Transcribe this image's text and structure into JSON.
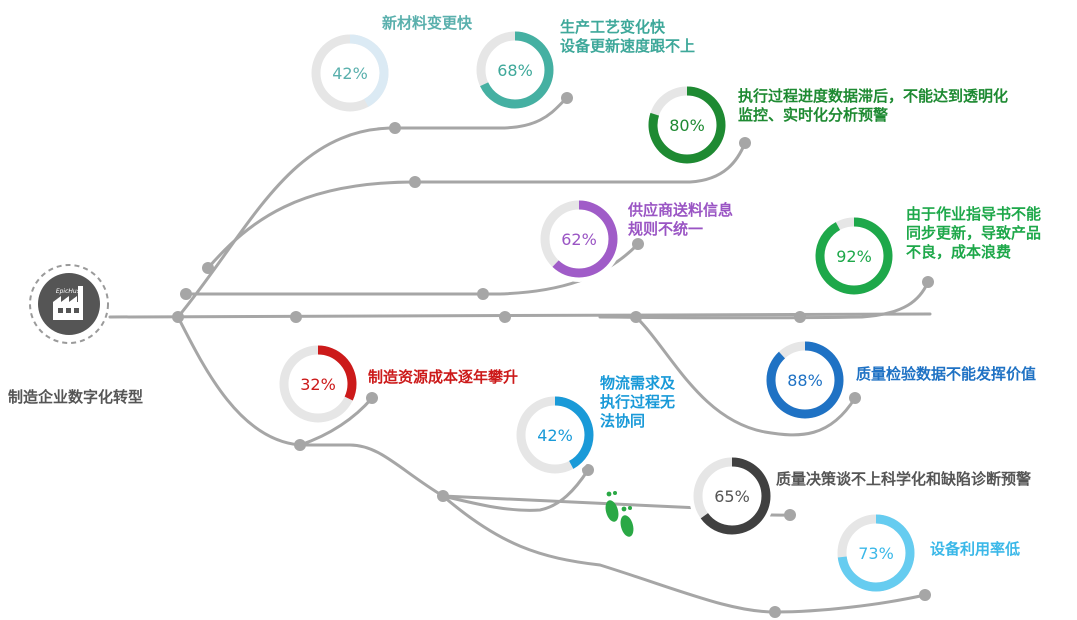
{
  "title": "制造企业数字化转型",
  "logo_text": "EpicHust",
  "colors": {
    "line": "#a6a6a6",
    "track": "#e6e6e6"
  },
  "items": [
    {
      "id": "new-material",
      "percent": 42,
      "percent_label": "42%",
      "color": "#dbeaf4",
      "text_color": "#5ab0ad",
      "label_lines": [
        "新材料变更快"
      ]
    },
    {
      "id": "process-change",
      "percent": 68,
      "percent_label": "68%",
      "color": "#45b0a2",
      "text_color": "#3ea89a",
      "label_lines": [
        "生产工艺变化快",
        "设备更新速度跟不上"
      ]
    },
    {
      "id": "execution-lag",
      "percent": 80,
      "percent_label": "80%",
      "color": "#1e8a32",
      "text_color": "#1e8a32",
      "label_lines": [
        "执行过程进度数据滞后，不能达到透明化",
        "监控、实时化分析预警"
      ]
    },
    {
      "id": "supplier-info",
      "percent": 62,
      "percent_label": "62%",
      "color": "#a05cc8",
      "text_color": "#9a55c4",
      "label_lines": [
        "供应商送料信息",
        "规则不统一"
      ]
    },
    {
      "id": "instructions",
      "percent": 92,
      "percent_label": "92%",
      "color": "#1ea84a",
      "text_color": "#1ea84a",
      "label_lines": [
        "由于作业指导书不能",
        "同步更新，导致产品",
        "不良，成本浪费"
      ]
    },
    {
      "id": "inspection-data",
      "percent": 88,
      "percent_label": "88%",
      "color": "#1f72c4",
      "text_color": "#1f72c4",
      "label_lines": [
        "质量检验数据不能发挥价值"
      ]
    },
    {
      "id": "resource-cost",
      "percent": 32,
      "percent_label": "32%",
      "color": "#cc1a1a",
      "text_color": "#cc1a1a",
      "label_lines": [
        "制造资源成本逐年攀升"
      ]
    },
    {
      "id": "logistics",
      "percent": 42,
      "percent_label": "42%",
      "color": "#1a9ad8",
      "text_color": "#1a9ad8",
      "label_lines": [
        "物流需求及",
        "执行过程无",
        "法协同"
      ]
    },
    {
      "id": "quality-decision",
      "percent": 65,
      "percent_label": "65%",
      "color": "#404040",
      "text_color": "#555555",
      "label_lines": [
        "质量决策谈不上科学化和缺陷诊断预警"
      ]
    },
    {
      "id": "equipment-util",
      "percent": 73,
      "percent_label": "73%",
      "color": "#66ccf0",
      "text_color": "#3bb8e8",
      "label_lines": [
        "设备利用率低"
      ]
    }
  ]
}
